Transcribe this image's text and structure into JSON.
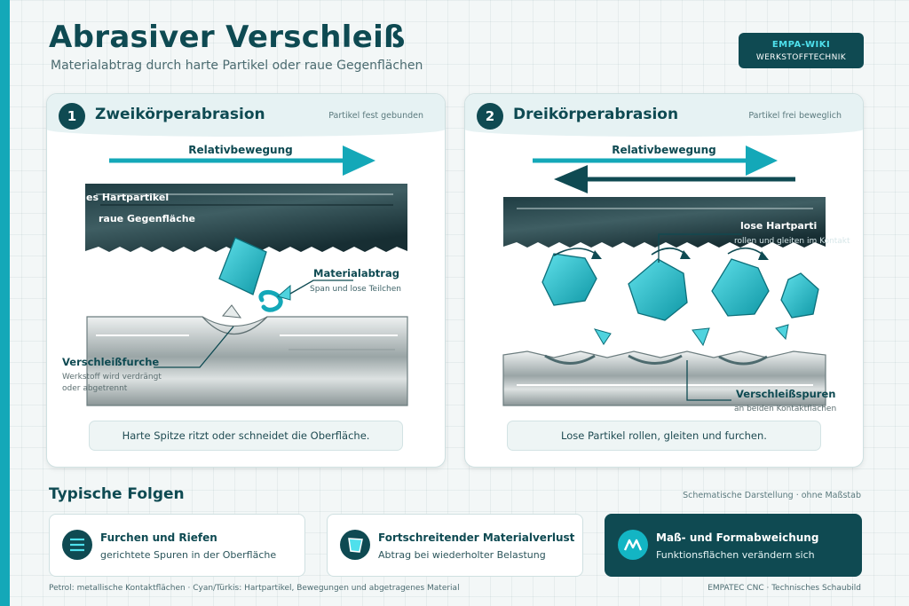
{
  "header": {
    "title": "Abrasiver Verschleiß",
    "subtitle": "Materialabtrag durch harte Partikel oder raue Gegenflächen"
  },
  "badge": {
    "line1": "EMPA-WIKI",
    "line2": "WERKSTOFFTECHNIK"
  },
  "panel1": {
    "number": "1",
    "title": "Zweikörperabrasion",
    "note": "Partikel fest gebunden",
    "motion_label": "Relativbewegung",
    "labels": {
      "particle": "es Hartpartikel",
      "counter": "raue Gegenfläche",
      "removal": "Materialabtrag",
      "removal_sub": "Span und lose Teilchen",
      "groove": "Verschleißfurche",
      "groove_sub1": "Werkstoff wird verdrängt",
      "groove_sub2": "oder abgetrennt"
    },
    "footer": "Harte Spitze ritzt oder schneidet die Oberfläche."
  },
  "panel2": {
    "number": "2",
    "title": "Dreikörperabrasion",
    "note": "Partikel frei beweglich",
    "motion_label": "Relativbewegung",
    "labels": {
      "particles": "lose Hartparti",
      "particles_sub": "rollen und gleiten im Kontakt",
      "traces": "Verschleißspuren",
      "traces_sub": "an beiden Kontaktflächen"
    },
    "footer": "Lose Partikel rollen, gleiten und furchen."
  },
  "section": {
    "title": "Typische Folgen",
    "note": "Schematische Darstellung · ohne Maßstab"
  },
  "cards": [
    {
      "title": "Furchen und Riefen",
      "sub": "gerichtete Spuren in der Oberfläche",
      "icon": "lines-icon"
    },
    {
      "title": "Fortschreitender Materialverlust",
      "sub": "Abtrag bei wiederholter Belastung",
      "icon": "shard-icon"
    },
    {
      "title": "Maß- und Formabweichung",
      "sub": "Funktionsflächen verändern sich",
      "icon": "wave-icon"
    }
  ],
  "legend": "Petrol: metallische Kontaktflächen · Cyan/Türkis: Hartpartikel, Bewegungen und abgetragenes Material",
  "footer": "EMPATEC CNC · Technisches Schaubild",
  "colors": {
    "petrol": "#0f4a52",
    "cyan": "#14a8b8"
  }
}
